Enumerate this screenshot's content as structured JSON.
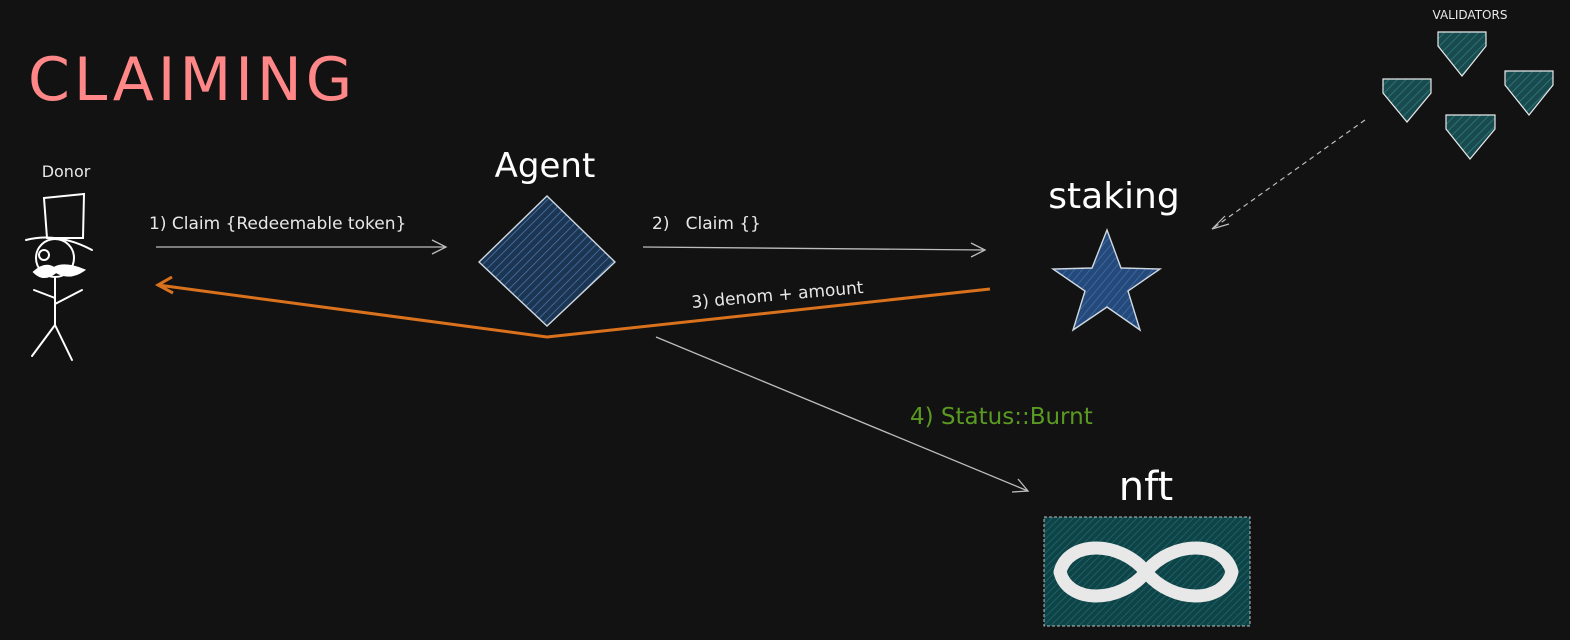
{
  "title": "CLAIMING",
  "nodes": {
    "donor": "Donor",
    "agent": "Agent",
    "staking": "staking",
    "nft": "nft",
    "validators": "VALIDATORS"
  },
  "edges": {
    "step1": "1) Claim {Redeemable token}",
    "step2": "2)   Claim {}",
    "step3": "3) denom + amount",
    "step4": "4) Status::Burnt"
  },
  "colors": {
    "background": "#121212",
    "title": "#ff8787",
    "stroke": "#e8e8e8",
    "agent_fill": "#1e3a5c",
    "staking_fill": "#2a5485",
    "validator_fill": "#1d5a5e",
    "nft_fill": "#0f4a4e",
    "return_arrow": "#d9711d",
    "status_text": "#5a9a22"
  },
  "icons": {
    "donor": "stick-figure-top-hat-icon",
    "agent": "diamond-shape",
    "staking": "star-shape",
    "validators": "gem-icon",
    "nft": "infinity-icon"
  }
}
